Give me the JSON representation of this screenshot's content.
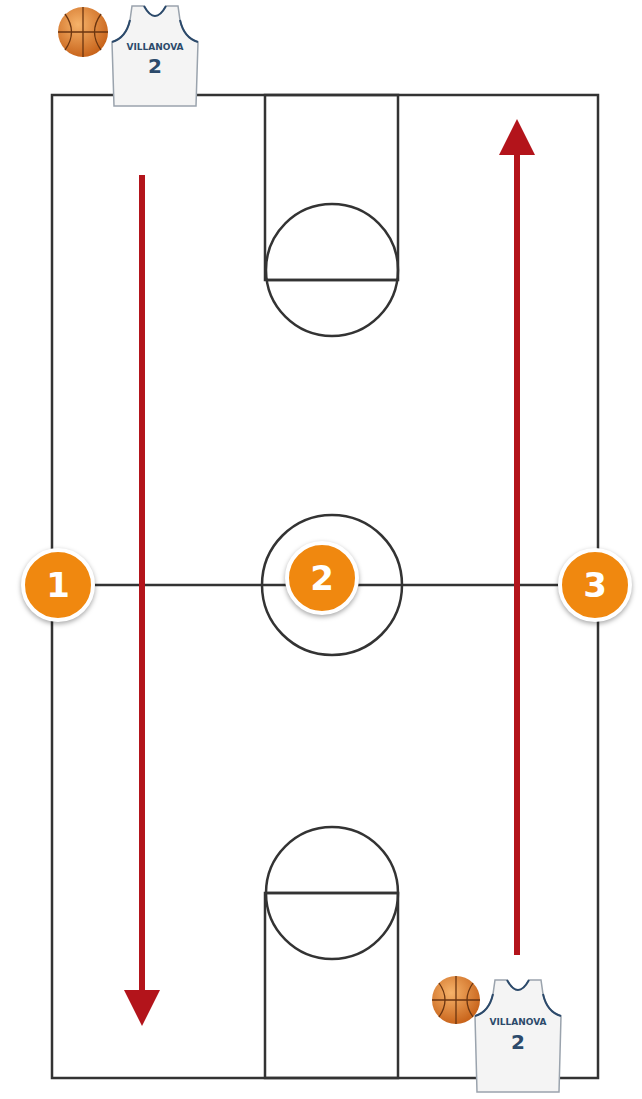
{
  "diagram": {
    "nodes": [
      {
        "text": [
          "1"
        ]
      },
      {
        "text": [
          "2"
        ]
      },
      {
        "text": [
          "3"
        ]
      }
    ],
    "labels": [
      "VILLANOVA",
      "2",
      "VILLANOVA",
      "2"
    ]
  }
}
